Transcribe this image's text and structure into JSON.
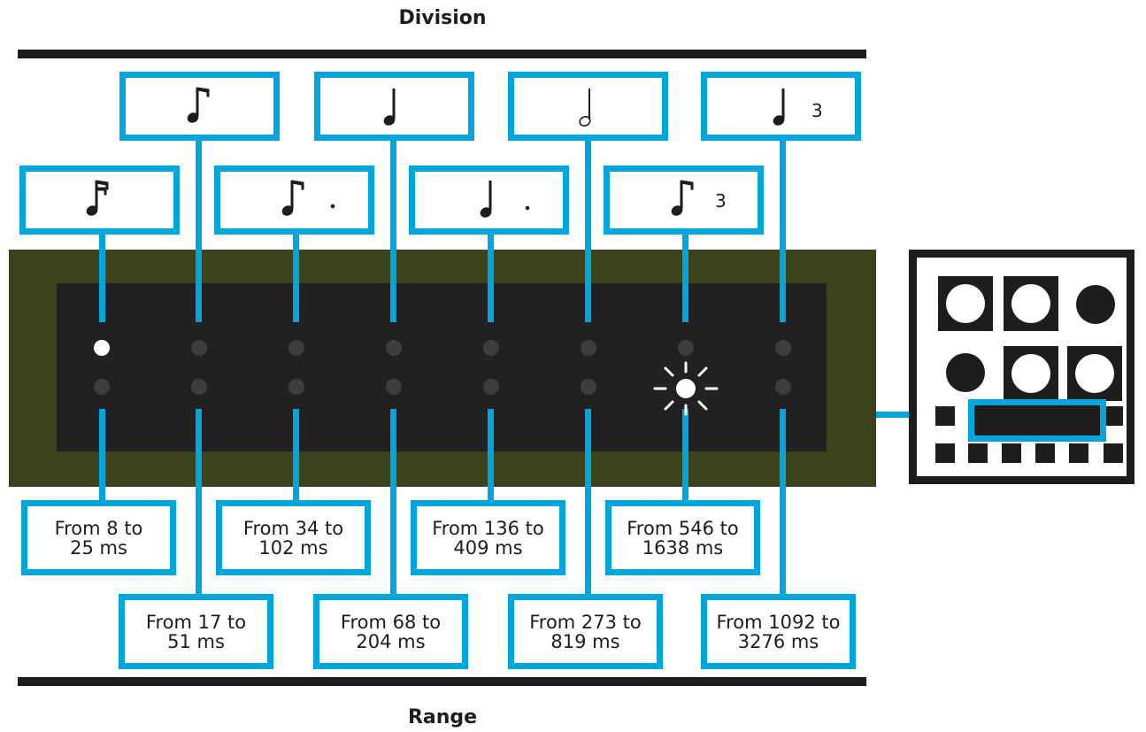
{
  "headings": {
    "division": "Division",
    "range": "Range"
  },
  "colors": {
    "callout": "#00a6db",
    "device_frame": "#3b421c",
    "display": "#222022",
    "ink": "#1e1c1d"
  },
  "divisions": [
    {
      "id": "32nd",
      "note": "thirty-second-note-icon",
      "dotted": false,
      "triplet": "",
      "led_state": "on"
    },
    {
      "id": "16th",
      "note": "sixteenth-note-icon",
      "dotted": false,
      "triplet": "",
      "led_state": "off"
    },
    {
      "id": "dotted-16th",
      "note": "sixteenth-note-icon",
      "dotted": true,
      "triplet": "",
      "led_state": "off"
    },
    {
      "id": "quarter",
      "note": "quarter-note-icon",
      "dotted": false,
      "triplet": "",
      "led_state": "off"
    },
    {
      "id": "dotted-quarter",
      "note": "quarter-note-icon",
      "dotted": true,
      "triplet": "",
      "led_state": "off"
    },
    {
      "id": "half",
      "note": "half-note-icon",
      "dotted": false,
      "triplet": "",
      "led_state": "off"
    },
    {
      "id": "16th-triplet",
      "note": "sixteenth-note-icon",
      "dotted": false,
      "triplet": "3",
      "led_state": "blinking"
    },
    {
      "id": "quarter-triplet",
      "note": "quarter-note-icon",
      "dotted": false,
      "triplet": "3",
      "led_state": "off"
    }
  ],
  "ranges": [
    "From 8 to\n25 ms",
    "From 17 to\n51 ms",
    "From 34 to\n102 ms",
    "From 68 to\n204 ms",
    "From 136 to\n409 ms",
    "From 273 to\n819 ms",
    "From 546 to\n1638 ms",
    "From 1092 to\n3276 ms"
  ]
}
